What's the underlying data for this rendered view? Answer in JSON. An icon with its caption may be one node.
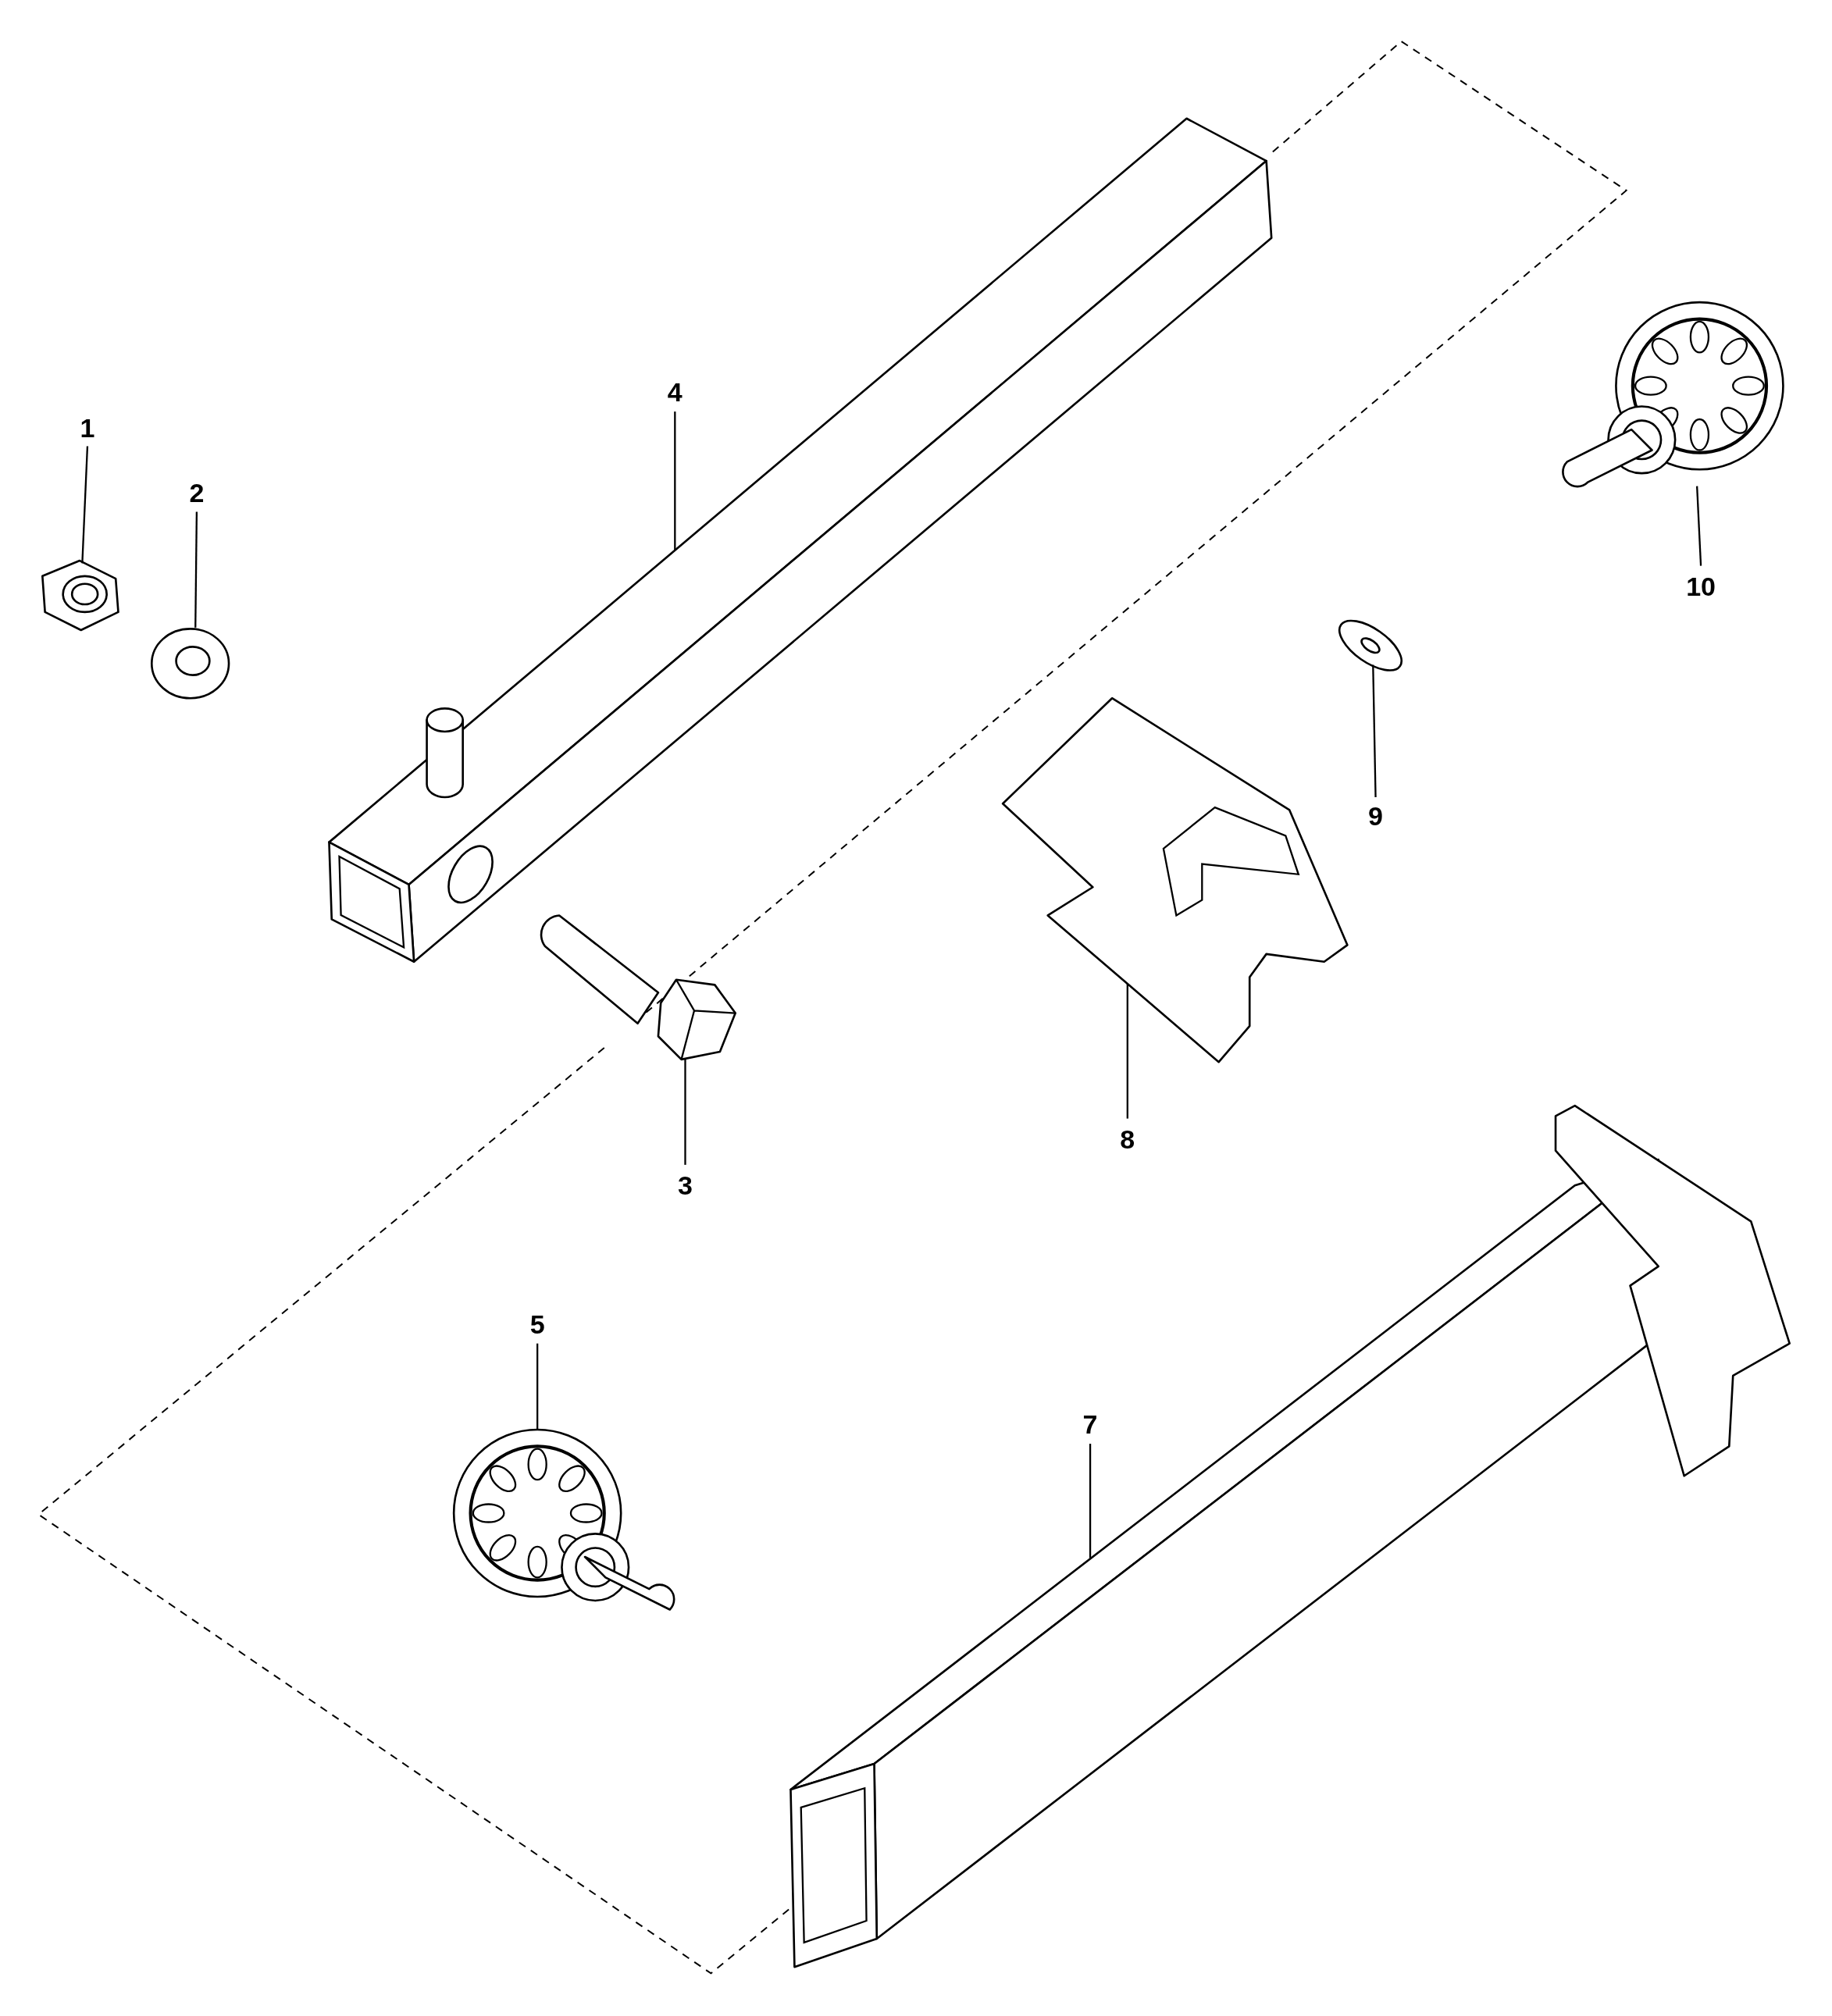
{
  "diagram": {
    "nodes": [
      {
        "text": [
          "1"
        ]
      },
      {
        "text": [],
        "shape": "picture"
      },
      {
        "text": [
          "2"
        ]
      },
      {
        "text": [],
        "shape": "picture"
      },
      {
        "text": [
          "3"
        ]
      },
      {
        "text": [],
        "shape": "picture"
      },
      {
        "text": [
          "4"
        ]
      },
      {
        "text": [],
        "shape": "picture"
      },
      {
        "text": [
          "5"
        ]
      },
      {
        "text": [],
        "shape": "picture"
      },
      {
        "text": [
          "7"
        ]
      },
      {
        "text": [],
        "shape": "picture"
      },
      {
        "text": [
          "8"
        ]
      },
      {
        "text": [],
        "shape": "picture"
      },
      {
        "text": [
          "9"
        ]
      },
      {
        "text": [],
        "shape": "picture"
      },
      {
        "text": [
          "10"
        ]
      },
      {
        "text": [],
        "shape": "picture"
      }
    ],
    "edges": [
      {
        "from": 0,
        "to": 1,
        "arrow": "none"
      },
      {
        "from": 2,
        "to": 3,
        "arrow": "none"
      },
      {
        "from": 4,
        "to": 5,
        "arrow": "none"
      },
      {
        "from": 6,
        "to": 7,
        "arrow": "none"
      },
      {
        "from": 8,
        "to": 9,
        "arrow": "none"
      },
      {
        "from": 10,
        "to": 11,
        "arrow": "none"
      },
      {
        "from": 12,
        "to": 13,
        "arrow": "none"
      },
      {
        "from": 14,
        "to": 15,
        "arrow": "none"
      },
      {
        "from": 16,
        "to": 17,
        "arrow": "none"
      }
    ]
  }
}
